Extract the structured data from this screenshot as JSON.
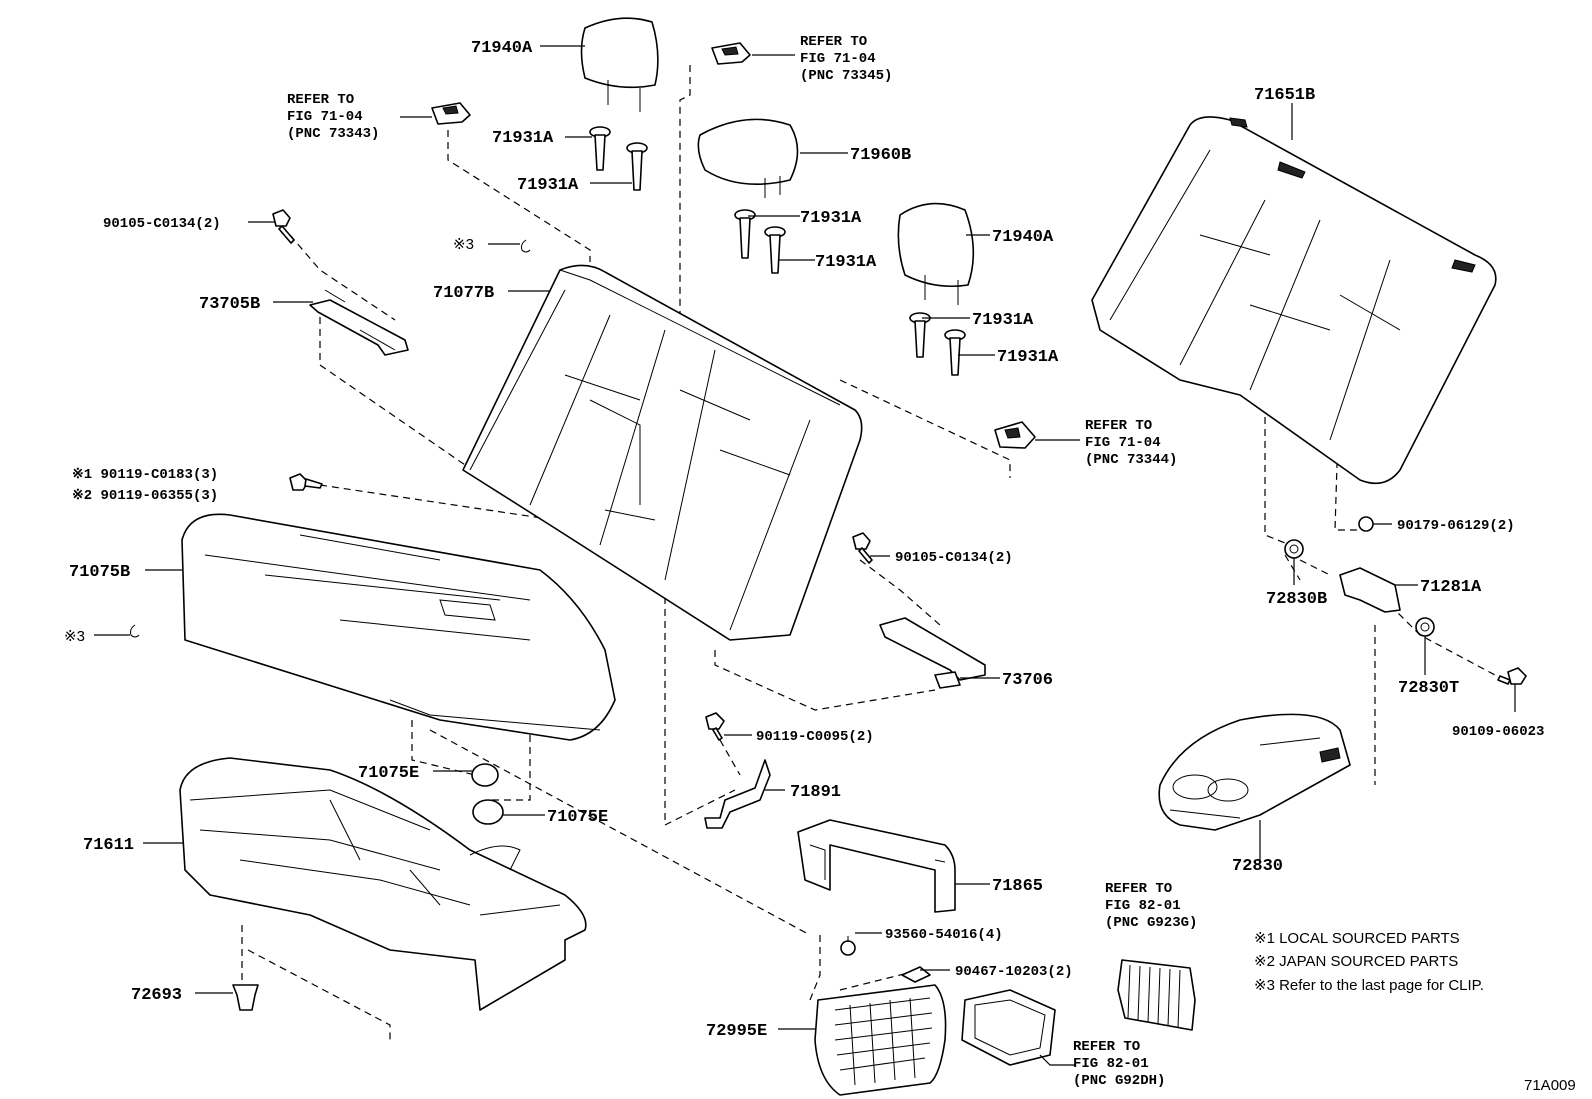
{
  "labels": {
    "p71940A_top": "71940A",
    "refer_73343_l1": "REFER TO",
    "refer_73343_l2": "FIG 71-04",
    "refer_73343_l3": "(PNC 73343)",
    "p71931A_1": "71931A",
    "p71931A_2": "71931A",
    "p90105_left": "90105-C0134(2)",
    "p73705B": "73705B",
    "clip3_top": "※3",
    "p71077B": "71077B",
    "refer_73345_l1": "REFER TO",
    "refer_73345_l2": "FIG 71-04",
    "refer_73345_l3": "(PNC 73345)",
    "p71960B": "71960B",
    "p71931A_3": "71931A",
    "p71931A_4": "71931A",
    "p71940A_mid": "71940A",
    "p71931A_5": "71931A",
    "p71931A_6": "71931A",
    "refer_73344_l1": "REFER TO",
    "refer_73344_l2": "FIG 71-04",
    "refer_73344_l3": "(PNC 73344)",
    "p71651B": "71651B",
    "bolt_note1": "※1 90119-C0183(3)",
    "bolt_note2": "※2 90119-06355(3)",
    "p71075B": "71075B",
    "clip3_left": "※3",
    "p90105_mid": "90105-C0134(2)",
    "p90179": "90179-06129(2)",
    "p72830B": "72830B",
    "p71281A": "71281A",
    "p72830T": "72830T",
    "p73706": "73706",
    "p90109": "90109-06023",
    "p71075E_1": "71075E",
    "p90119_c0095": "90119-C0095(2)",
    "p71075E_2": "71075E",
    "p71891": "71891",
    "p71611": "71611",
    "p72830": "72830",
    "p71865": "71865",
    "refer_g923g_l1": "REFER TO",
    "refer_g923g_l2": "FIG 82-01",
    "refer_g923g_l3": "(PNC G923G)",
    "p93560": "93560-54016(4)",
    "p90467": "90467-10203(2)",
    "p72693": "72693",
    "p72995E": "72995E",
    "refer_g92dh_l1": "REFER TO",
    "refer_g92dh_l2": "FIG 82-01",
    "refer_g92dh_l3": "(PNC G92DH)",
    "fig_code": "71A009"
  },
  "legend": {
    "note1": "※1 LOCAL SOURCED PARTS",
    "note2": "※2 JAPAN SOURCED PARTS",
    "note3": "※3 Refer to the last page for CLIP."
  }
}
